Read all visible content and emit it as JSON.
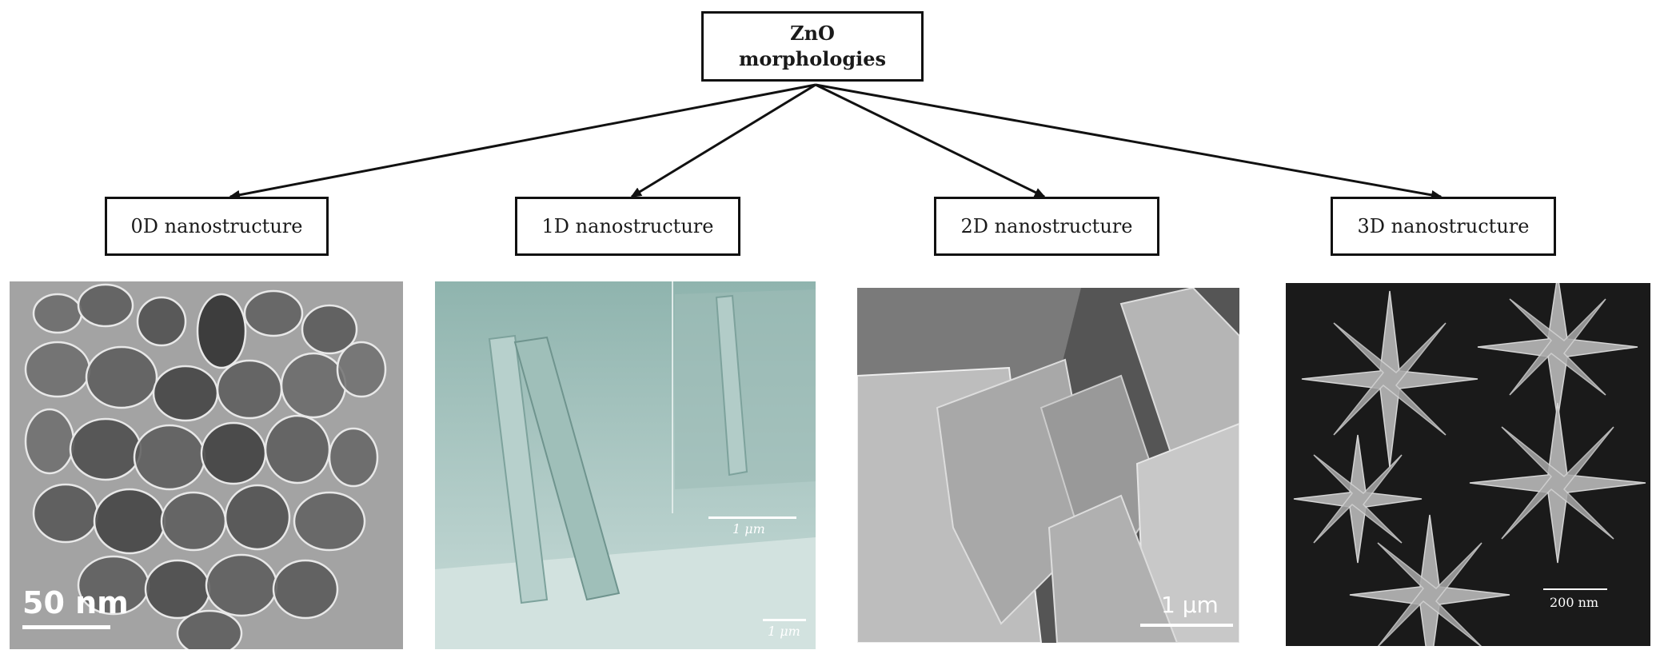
{
  "root": {
    "line1": "ZnO",
    "line2": "morphologies"
  },
  "categories": [
    {
      "label": "0D nanostructure",
      "scale": "50 nm"
    },
    {
      "label": "1D nanostructure",
      "scale": "1 μm",
      "inset_scale": "1 μm"
    },
    {
      "label": "2D nanostructure",
      "scale": "1 μm"
    },
    {
      "label": "3D nanostructure",
      "scale": "200 nm"
    }
  ],
  "colors": {
    "tem_bg": "#9a9a9a",
    "sem_1d": "#a9c7c2",
    "sem_2d": "#8c8c8c",
    "sem_3d": "#1e1e1e",
    "line": "#111111"
  }
}
